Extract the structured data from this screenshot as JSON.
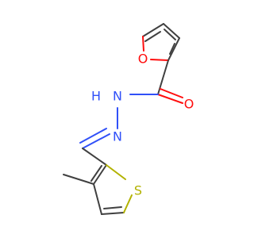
{
  "molecule": {
    "atom_labels": {
      "o_ring": "O",
      "o_carbonyl": "O",
      "n_amide": "N",
      "h_amide": "H",
      "n_imine": "N",
      "s_ring": "S"
    },
    "colors": {
      "bond": "#404040",
      "oxygen": "#ff0d0d",
      "nitrogen": "#3050f8",
      "sulfur": "#b2b200",
      "background": "#ffffff"
    }
  }
}
